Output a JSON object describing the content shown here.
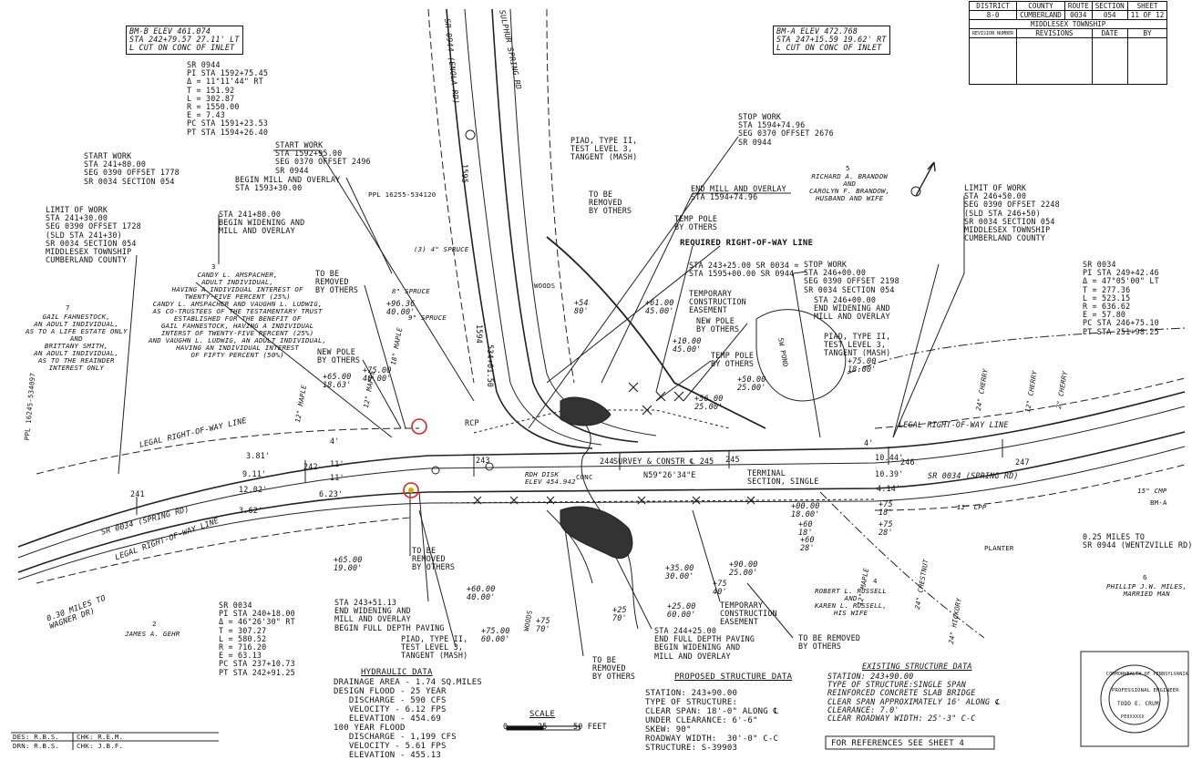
{
  "title_block": {
    "headers": [
      "DISTRICT",
      "COUNTY",
      "ROUTE",
      "SECTION",
      "SHEET"
    ],
    "values": [
      "8-0",
      "CUMBERLAND",
      "0034",
      "054",
      "11 OF 12"
    ],
    "township": "MIDDLESEX TOWNSHIP",
    "rev_number": "REVISION NUMBER",
    "rev_label": "REVISIONS",
    "date_label": "DATE",
    "by_label": "BY"
  },
  "benchmarks": {
    "bm_b": "BM-B ELEV 461.074\nSTA 242+79.57 27.11' LT\nL CUT ON CONC OF INLET",
    "bm_a": "BM-A ELEV 472.768\nSTA 247+15.59 19.62' RT\nL CUT ON CONC OF INLET",
    "bm_a_tag": "BM-A"
  },
  "curves": {
    "sr0944": "SR 0944\nPI STA 1592+75.45\nΔ = 11°11'44\" RT\nT = 151.92\nL = 302.87\nR = 1550.00\nE = 7.43\nPC STA 1591+23.53\nPT STA 1594+26.40",
    "sr0034_right": "SR 0034\nPI STA 249+42.46\nΔ = 47°05'00\" LT\nT = 277.36\nL = 523.15\nR = 636.62\nE = 57.80\nPC STA 246+75.10\nPT STA 251+98.25",
    "sr0034_left": "SR 0034\nPI STA 240+18.00\nΔ = 46°26'30\" RT\nT = 307.27\nL = 580.52\nR = 716.20\nE = 63.13\nPC STA 237+10.73\nPT STA 242+91.25"
  },
  "work_limits": {
    "start_work_left": "START WORK\nSTA 241+80.00\nSEG 0390 OFFSET 1778\nSR 0034 SECTION 054",
    "start_work_944": "START WORK\nSTA 1592+95.00\nSEG 0370 OFFSET 2496\nSR 0944",
    "begin_mill_944": "BEGIN MILL AND OVERLAY\nSTA 1593+30.00",
    "stop_work_944": "STOP WORK\nSTA 1594+74.96\nSEG 0370 OFFSET 2676\nSR 0944",
    "end_mill_944": "END MILL AND OVERLAY\nSTA 1594+74.96",
    "limit_left": "LIMIT OF WORK\nSTA 241+30.00\nSEG 0390 OFFSET 1728\n(SLD STA 241+30)\nSR 0034 SECTION 054\nMIDDLESEX TOWNSHIP\nCUMBERLAND COUNTY",
    "begin_widening": "STA 241+80.00\nBEGIN WIDENING AND\nMILL AND OVERLAY",
    "limit_right": "LIMIT OF WORK\nSTA 246+50.00\nSEG 0390 OFFSET 2248\n(SLD STA 246+50)\nSR 0034 SECTION 054\nMIDDLESEX TOWNSHIP\nCUMBERLAND COUNTY",
    "stop_work_right": "STOP WORK\nSTA 246+00.00\nSEG 0390 OFFSET 2198\nSR 0034 SECTION 054",
    "end_widening_right": "STA 246+00.00\nEND WIDENING AND\nMILL AND OVERLAY",
    "required_row": "REQUIRED RIGHT-OF-WAY LINE",
    "sta_equation": "STA 243+25.00 SR 0034 =\nSTA 1595+00.00 SR 0944",
    "end_widening_left": "STA 243+51.13\nEND WIDENING AND\nMILL AND OVERLAY\nBEGIN FULL DEPTH PAVING",
    "end_full_depth": "STA 244+25.00\nEND FULL DEPTH PAVING\nBEGIN WIDENING AND\nMILL AND OVERLAY"
  },
  "owners": {
    "amspacher": "CANDY L. AMSPACHER,\nADULT INDIVIDUAL,\nHAVING A INDIVIDUAL INTEREST OF\nTWENTY-FIVE PERCENT (25%)\nCANDY L. AMSPACHER AND VAUGHN L. LUDWIG,\nAS CO-TRUSTEES OF THE TESTAMENTARY TRUST\nESTABLISHED FOR THE BENEFIT OF\nGAIL FAHNESTOCK, HAVING A INDIVIDUAL\nINTERST OF TWENTY-FIVE PERCENT (25%)\nAND VAUGHN L. LUDWIG, AN ADULT INDIVIDUAL,\nHAVING AN INDIVIDUAL INTEREST\nOF FIFTY PERCENT (50%)",
    "amspacher_no": "3",
    "fahnestock": "GAIL FAHNESTOCK,\nAN ADULT INDIVIDUAL,\nAS TO A LIFE ESTATE ONLY\nAND\nBRITTANY SMITH,\nAN ADULT INDIVIDUAL,\nAS TO THE REAINDER\nINTEREST ONLY",
    "fahnestock_no": "7",
    "brandow": "RICHARD A. BRANDOW\nAND\nCAROLYN F. BRANDOW,\nHUSBAND AND WIFE",
    "brandow_no": "5",
    "russell": "ROBERT L. RUSSELL\nAND\nKAREN L. RUSSELL,\nHIS WIFE",
    "russell_no": "4",
    "miles": "PHILLIP J.W. MILES,\nMARRIED MAN",
    "miles_no": "6",
    "gehr": "JAMES A. GEHR",
    "gehr_no": "2"
  },
  "callouts": {
    "to_be_removed": "TO BE\nREMOVED\nBY OTHERS",
    "new_pole": "NEW POLE\nBY OTHERS",
    "temp_pole": "TEMP POLE\nBY OTHERS",
    "temp_construction": "TEMPORARY\nCONSTRUCTION\nEASEMENT",
    "piad_1": "PIAD, TYPE II,\nTEST LEVEL 3,\nTANGENT (MASH)",
    "piad_2": "PIAD, TYPE II,\nTEST LEVEL 3,\nTANGENT (MASH)",
    "piad_3": "PIAD, TYPE II,\nTEST LEVEL 3,\nTANGENT (MASH)",
    "terminal": "TERMINAL\nSECTION, SINGLE",
    "to_be_removed_line": "TO BE REMOVED\nBY OTHERS",
    "miles_to_wentzville": "0.25 MILES TO\nSR 0944 (WENTZVILLE RD)",
    "miles_to_wagner": "0.30 MILES TO\nWAGNER DR)",
    "rdh_disk": "RDH DISK\nELEV 454.942"
  },
  "road_labels": {
    "sr0034_left": "SR 0034 (SPRING RD)",
    "sr0034_right": "SR 0034 (SPRING RD)",
    "survey_constr": "SURVEY & CONSTR ℄ 245",
    "bearing": "N59°26'34\"E",
    "legal_row": "LEGAL RIGHT-OF-WAY LINE",
    "sr0944_road": "SR 0944 (ENOLA RD)",
    "sulphur_springs": "SULPHUR SPRING RD",
    "stations": [
      "241",
      "242",
      "243",
      "244",
      "245",
      "246",
      "247"
    ],
    "sta_1594": "1594",
    "sta_1595": "1595",
    "sta_534": "534+01.50",
    "ppl1": "PPL 16255-534120",
    "ppl2": "PPL 16245-534097",
    "wood": "WOODS",
    "sw_pond": "SW POND",
    "planter": "PLANTER",
    "rcp": "RCP",
    "conc": "CONC"
  },
  "offsets": [
    "+96.36\n40.00'",
    "+65.00\n18.63'",
    "+75.00\n40.00'",
    "+54\n80'",
    "+61.00\n45.00'",
    "+10.00\n45.00'",
    "+50.00\n25.00'",
    "+56.00\n25.00'",
    "+75.00\n18.00'",
    "+00.00\n18.00'",
    "+65.00\n19.00'",
    "+60.00\n40.00'",
    "+75.00\n60.00'",
    "+35.00\n30.00'",
    "+90.00\n25.00'",
    "+25.00\n60.00'",
    "+75\n40'",
    "+25\n70'",
    "+75\n70'",
    "+75\n18'",
    "+60\n18'",
    "+60\n28'",
    "+75\n28'"
  ],
  "dims": [
    "3.81'",
    "9.11'",
    "12.02'",
    "6.23'",
    "3.62'",
    "10.44'",
    "10.39'",
    "4.14'",
    "11'",
    "11'",
    "4'",
    "4'"
  ],
  "hydraulic": {
    "title": "HYDRAULIC DATA",
    "lines": "DRAINAGE AREA - 1.74 SQ.MILES\nDESIGN FLOOD - 25 YEAR\n   DISCHARGE - 590 CFS\n   VELOCITY - 6.12 FPS\n   ELEVATION - 454.69\n100 YEAR FLOOD\n   DISCHARGE - 1,199 CFS\n   VELOCITY - 5.61 FPS\n   ELEVATION - 455.13"
  },
  "proposed": {
    "title": "PROPOSED STRUCTURE DATA",
    "lines": "STATION: 243+90.00\nTYPE OF STRUCTURE:\nCLEAR SPAN: 18'-0\" ALONG ℄\nUNDER CLEARANCE: 6'-6\"\nSKEW: 90°\nROADWAY WIDTH:  30'-0\" C-C\nSTRUCTURE: S-39903"
  },
  "existing": {
    "title": "EXISTING STRUCTURE DATA",
    "lines": "STATION: 243+90.00\nTYPE OF STRUCTURE:SINGLE SPAN\nREINFORCED CONCRETE SLAB BRIDGE\nCLEAR SPAN APPROXIMATELY 16' ALONG ℄\nCLEARANCE: 7.0'\nCLEAR ROADWAY WIDTH: 25'-3\" C-C"
  },
  "references": "FOR REFERENCES SEE SHEET 4",
  "scale": {
    "title": "SCALE",
    "ticks": [
      "0",
      "25",
      "50 FEET"
    ]
  },
  "designer": {
    "des": "DES: R.B.S.",
    "chk": "CHK: R.E.M.",
    "drn": "DRN: R.B.S.",
    "chk2": "CHK: J.B.F."
  },
  "seal": {
    "top": "COMMONWEALTH OF PENNSYLVANIA",
    "mid": "PROFESSIONAL ENGINEER",
    "name": "TODD E. CRUM",
    "num": "PE0XXXXX"
  },
  "trees": [
    "12\" MAPLE",
    "12\" MAPLE",
    "18\" MAPLE",
    "24\" CHESTNUT",
    "24\" HICKORY",
    "12\" CPP",
    "15\" CMP",
    "2\" CHERRY",
    "12\" CHERRY",
    "24\" CHERRY",
    "(3) 4\" SPRUCE",
    "8\" SPRUCE",
    "9\" SPRUCE",
    "12\" MAPLE"
  ]
}
